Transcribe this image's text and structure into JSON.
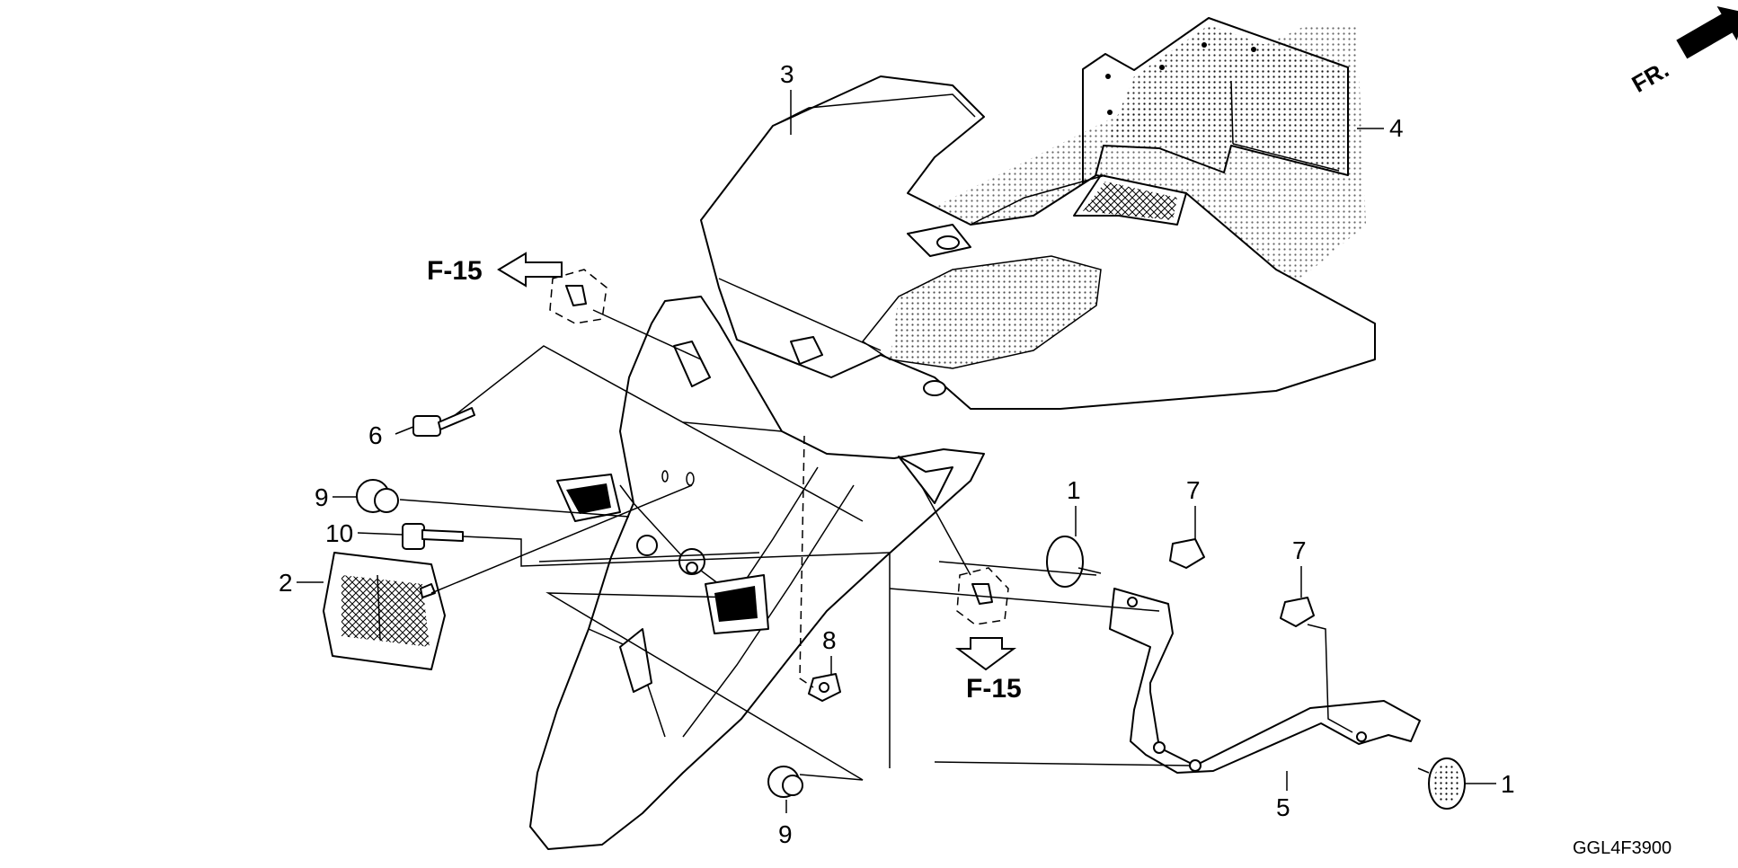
{
  "callouts": {
    "c1a": "1",
    "c1b": "1",
    "c2": "2",
    "c3": "3",
    "c4": "4",
    "c5": "5",
    "c6": "6",
    "c7a": "7",
    "c7b": "7",
    "c8": "8",
    "c9a": "9",
    "c9b": "9",
    "c10": "10"
  },
  "references": {
    "ref_left": "F-15",
    "ref_bottom": "F-15"
  },
  "orientation_label": "FR.",
  "diagram_code": "GGL4F3900"
}
